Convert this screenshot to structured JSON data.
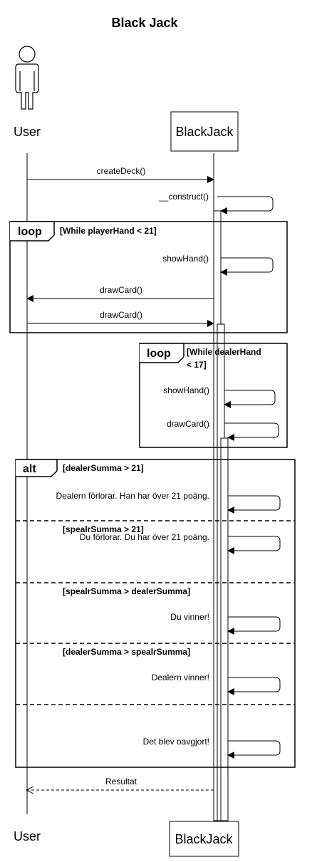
{
  "title": "Black Jack",
  "participants": {
    "user": "User",
    "blackjack": "BlackJack"
  },
  "messages": {
    "create_deck": "createDeck()",
    "construct": "__construct()",
    "show_hand_1": "showHand()",
    "draw_card_1": "drawCard()",
    "draw_card_2": "drawCard()",
    "show_hand_2": "showHand()",
    "draw_card_3": "drawCard()",
    "alt_1": "Dealern förlorar. Han har över 21 poäng.",
    "alt_2": "Du förlorar. Du har över 21 poäng.",
    "alt_3": "Du vinner!",
    "alt_4": "Dealern vinner!",
    "alt_5": "Det blev oavgjort!",
    "result": "Resultat"
  },
  "frames": {
    "loop_1": {
      "label": "loop",
      "condition": "[While playerHand < 21]"
    },
    "loop_2": {
      "label": "loop",
      "condition_line1": "[While dealerHand",
      "condition_line2": "< 17]"
    },
    "alt": {
      "label": "alt",
      "conditions": [
        "[dealerSumma > 21]",
        "[spealrSumma > 21]",
        "[spealrSumma > dealerSumma]",
        "[dealerSumma > spealrSumma]"
      ]
    }
  }
}
